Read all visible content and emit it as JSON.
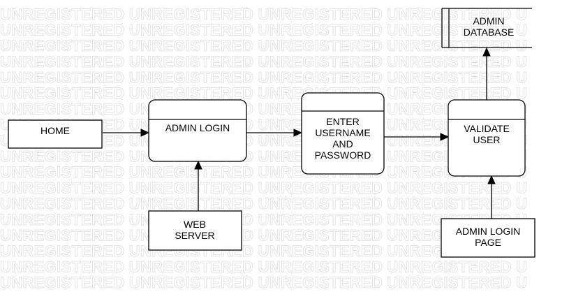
{
  "watermark": {
    "text": "UNREGISTERED UNREGISTERED UNREGISTERED UNREGISTERED U"
  },
  "colors": {
    "stroke": "#000000",
    "fill": "#ffffff",
    "watermark": "#e4e4e4"
  },
  "nodes": {
    "home": {
      "lines": [
        "HOME"
      ]
    },
    "admin_login": {
      "lines": [
        "ADMIN LOGIN"
      ]
    },
    "enter_credentials": {
      "lines": [
        "ENTER",
        "USERNAME",
        "AND",
        "PASSWORD"
      ]
    },
    "validate_user": {
      "lines": [
        "VALIDATE",
        "USER"
      ]
    },
    "admin_database": {
      "lines": [
        "ADMIN",
        "DATABASE"
      ]
    },
    "web_server": {
      "lines": [
        "WEB",
        "SERVER"
      ]
    },
    "admin_login_page": {
      "lines": [
        "ADMIN LOGIN",
        "PAGE"
      ]
    }
  }
}
